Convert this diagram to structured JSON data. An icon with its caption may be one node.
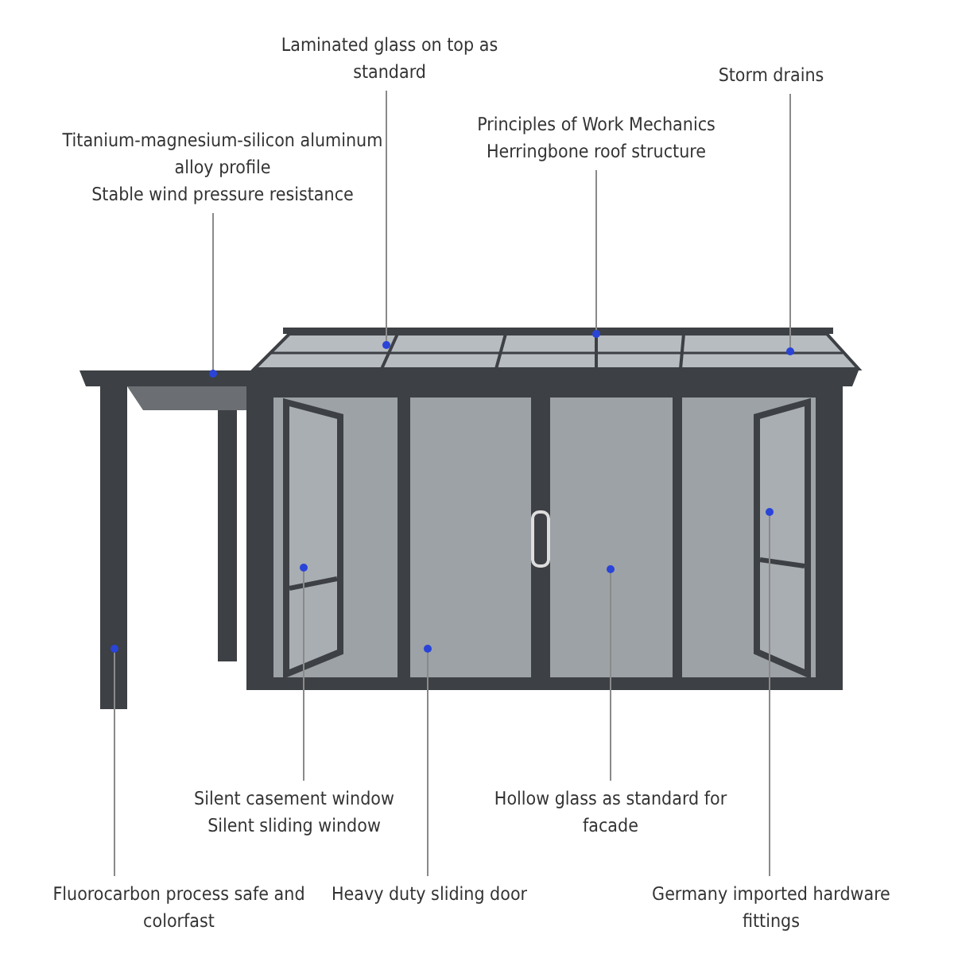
{
  "diagram": {
    "nodes": [
      {
        "text": [
          "Laminated glass on top as standard"
        ]
      },
      {
        "text": [
          "Storm drains"
        ]
      },
      {
        "text": [
          "Principles of Work Mechanics Herringbone roof structure"
        ]
      },
      {
        "text": [
          "Titanium-magnesium-silicon aluminum alloy profile",
          "Stable wind pressure resistance"
        ]
      },
      {
        "text": [
          "Silent casement window",
          "Silent sliding window"
        ]
      },
      {
        "text": [
          "Hollow glass as standard for facade"
        ]
      },
      {
        "text": [
          "Fluorocarbon process safe and colorfast"
        ]
      },
      {
        "text": [
          "Heavy duty sliding door"
        ]
      },
      {
        "text": [
          "Germany imported hardware fittings"
        ]
      }
    ],
    "edges": [
      {
        "from": 0,
        "to": null,
        "arrow": "other"
      },
      {
        "from": 1,
        "to": null,
        "arrow": "other"
      },
      {
        "from": 2,
        "to": null,
        "arrow": "other"
      },
      {
        "from": 3,
        "to": null,
        "arrow": "other"
      },
      {
        "from": 4,
        "to": null,
        "arrow": "other"
      },
      {
        "from": 5,
        "to": null,
        "arrow": "other"
      },
      {
        "from": 6,
        "to": null,
        "arrow": "other"
      },
      {
        "from": 7,
        "to": null,
        "arrow": "other"
      },
      {
        "from": 8,
        "to": null,
        "arrow": "other"
      }
    ]
  }
}
